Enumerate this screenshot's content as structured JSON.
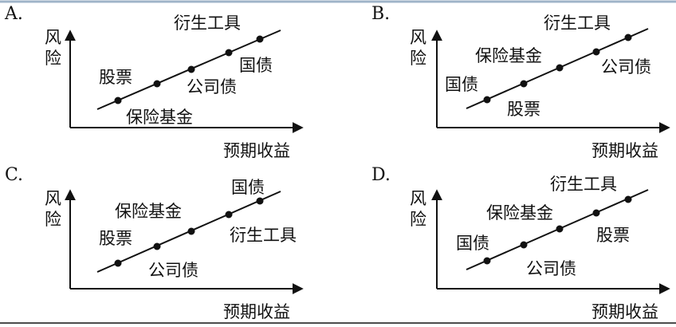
{
  "figure": {
    "y_axis_label": "风险",
    "x_axis_label": "预期收益",
    "options": [
      {
        "letter": "A.",
        "order_low_to_high": [
          "保险基金",
          "股票",
          "公司债",
          "国债",
          "衍生工具"
        ]
      },
      {
        "letter": "B.",
        "order_low_to_high": [
          "国债",
          "股票",
          "保险基金",
          "公司债",
          "衍生工具"
        ]
      },
      {
        "letter": "C.",
        "order_low_to_high": [
          "公司债",
          "股票",
          "保险基金",
          "衍生工具",
          "国债"
        ]
      },
      {
        "letter": "D.",
        "order_low_to_high": [
          "国债",
          "公司债",
          "保险基金",
          "股票",
          "衍生工具"
        ]
      }
    ]
  }
}
